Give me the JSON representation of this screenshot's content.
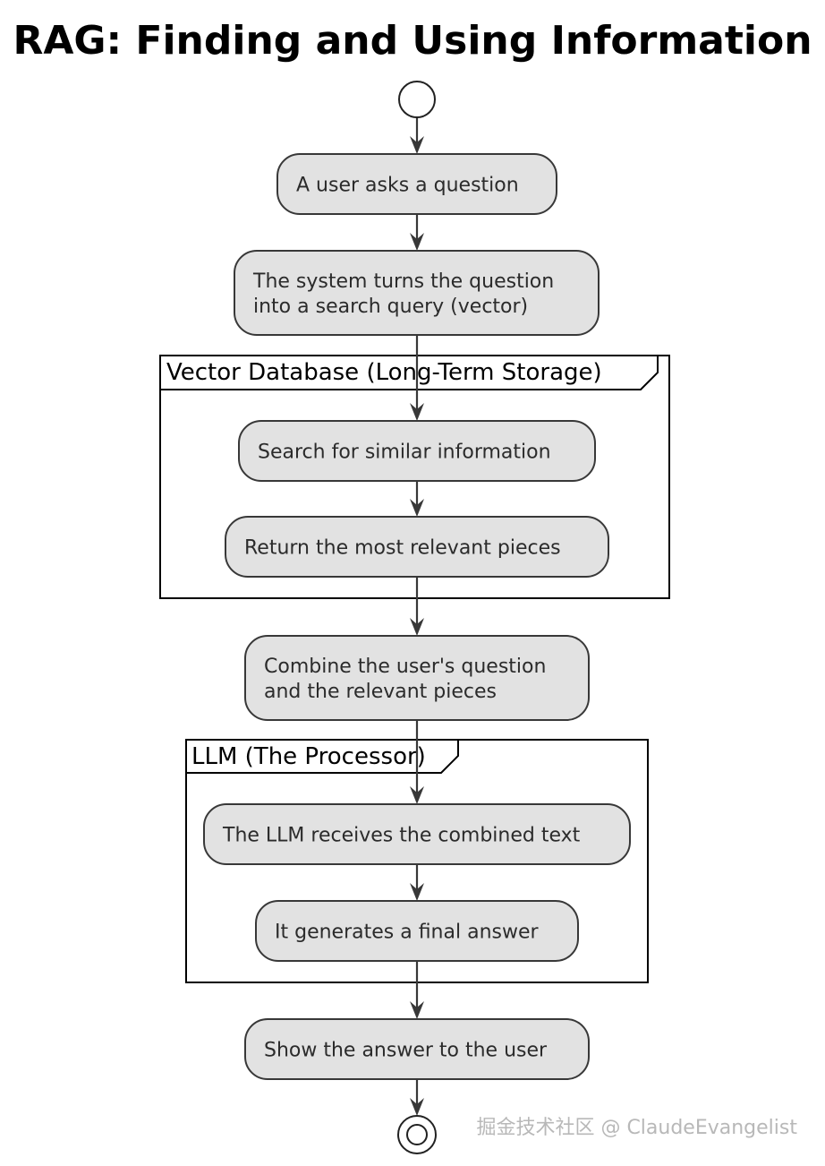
{
  "title": "RAG: Finding and Using Information",
  "partitions": [
    {
      "label": "Vector Database (Long-Term Storage)"
    },
    {
      "label": "LLM (The Processor)"
    }
  ],
  "activities": [
    {
      "lines": [
        "A user asks a question"
      ]
    },
    {
      "lines": [
        "The system turns the question",
        "into a search query (vector)"
      ]
    },
    {
      "lines": [
        "Search for similar information"
      ]
    },
    {
      "lines": [
        "Return the most relevant pieces"
      ]
    },
    {
      "lines": [
        "Combine the user's question",
        "and the relevant pieces"
      ]
    },
    {
      "lines": [
        "The LLM receives the combined text"
      ]
    },
    {
      "lines": [
        "It generates a final answer"
      ]
    },
    {
      "lines": [
        "Show the answer to the user"
      ]
    }
  ],
  "watermark": "掘金技术社区 @ ClaudeEvangelist",
  "colors": {
    "activity_fill": "#e2e2e2",
    "activity_border": "#383838",
    "text": "#2b2b2b",
    "edge": "#383838",
    "watermark": "#b8b8b8"
  }
}
